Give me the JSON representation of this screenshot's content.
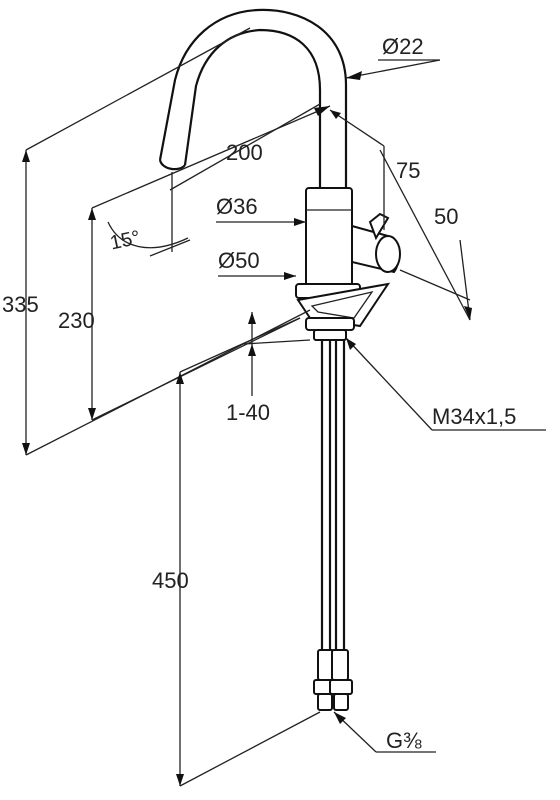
{
  "dimensions": {
    "spout_diameter": "Ø22",
    "spout_reach": "200",
    "handle_offset": "75",
    "handle_depth": "50",
    "body_diameter": "Ø36",
    "base_diameter": "Ø50",
    "aerator_angle": "15°",
    "total_height": "335",
    "outlet_height": "230",
    "deck_thickness": "1-40",
    "thread": "M34x1,5",
    "hose_length": "450",
    "connection": "G⅜"
  }
}
